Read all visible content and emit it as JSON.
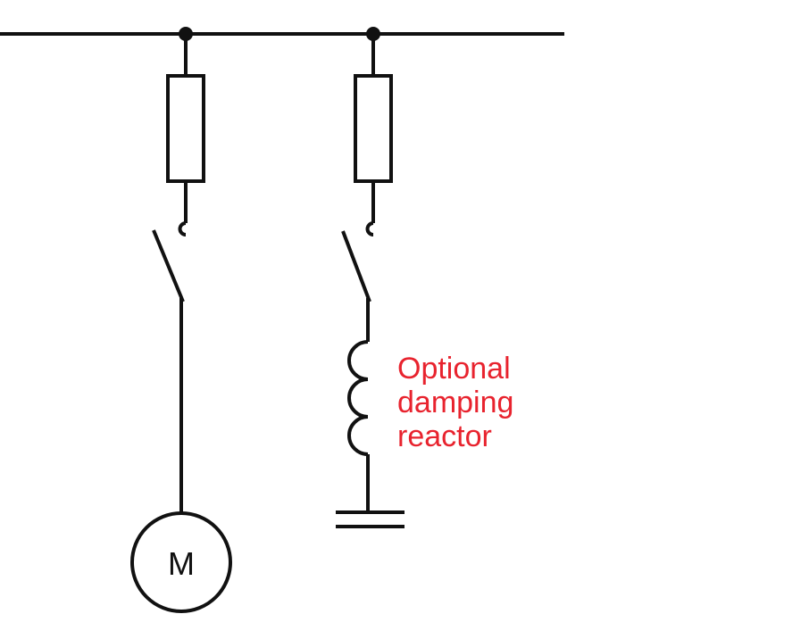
{
  "motor": {
    "label": "M"
  },
  "reactor": {
    "note_lines": [
      "Optional",
      "damping",
      "reactor"
    ]
  },
  "colors": {
    "line": "#111111",
    "annotation": "#e8232e",
    "background": "#ffffff"
  }
}
